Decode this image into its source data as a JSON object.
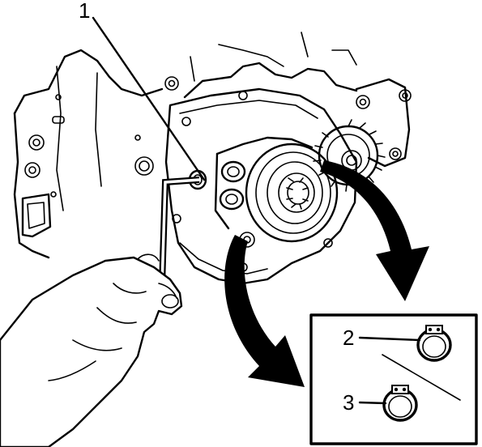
{
  "callouts": {
    "one": "1",
    "two": "2",
    "three": "3"
  }
}
